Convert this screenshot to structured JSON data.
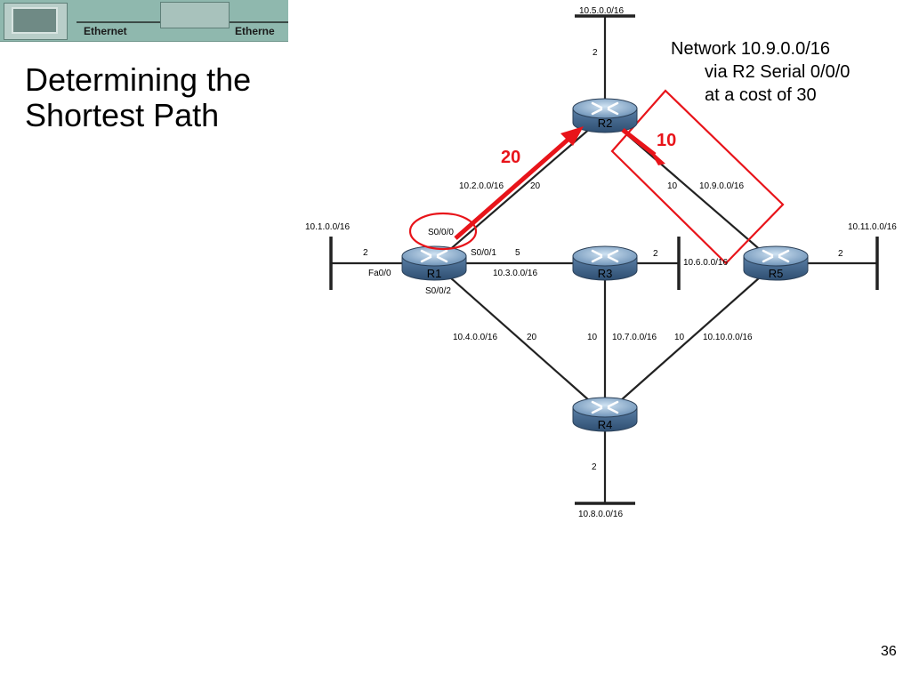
{
  "slide": {
    "title_lines": [
      "Determining the",
      "Shortest Path"
    ],
    "page_number": "36"
  },
  "banner": {
    "label_left": "Ethernet",
    "label_right": "Etherne"
  },
  "annotation": {
    "lines": [
      "Network 10.9.0.0/16",
      "via R2 Serial 0/0/0",
      "at a cost of 30"
    ]
  },
  "highlight": {
    "cost_r1_r2": "20",
    "cost_r2_r5": "10",
    "accent_color": "#e8141a"
  },
  "routers": [
    {
      "id": "R1",
      "label": "R1"
    },
    {
      "id": "R2",
      "label": "R2"
    },
    {
      "id": "R3",
      "label": "R3"
    },
    {
      "id": "R4",
      "label": "R4"
    },
    {
      "id": "R5",
      "label": "R5"
    }
  ],
  "labels": {
    "net_10_5": "10.5.0.0/16",
    "cost_r2_lan": "2",
    "net_10_2": "10.2.0.0/16",
    "cost_10_2": "20",
    "cost_10_9": "10",
    "net_10_9": "10.9.0.0/16",
    "net_10_1": "10.1.0.0/16",
    "cost_r1_lan": "2",
    "if_fa00": "Fa0/0",
    "if_s000": "S0/0/0",
    "if_s001": "S0/0/1",
    "cost_10_3": "5",
    "net_10_3": "10.3.0.0/16",
    "if_s002": "S0/0/2",
    "cost_r3_lan": "2",
    "net_10_6": "10.6.0.0/16",
    "net_10_11": "10.11.0.0/16",
    "cost_r5_lan": "2",
    "net_10_4": "10.4.0.0/16",
    "cost_10_4": "20",
    "cost_10_7": "10",
    "net_10_7": "10.7.0.0/16",
    "cost_10_10": "10",
    "net_10_10": "10.10.0.0/16",
    "cost_r4_lan": "2",
    "net_10_8": "10.8.0.0/16"
  }
}
